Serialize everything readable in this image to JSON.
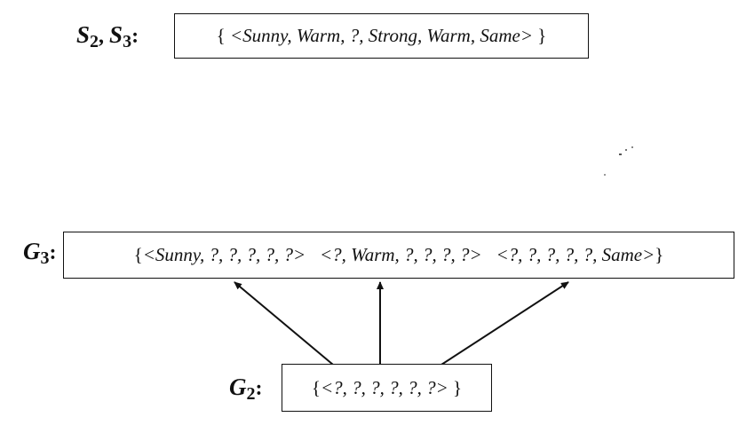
{
  "s_label": {
    "s_prefix": "S",
    "s_sub_1": "2",
    "separator": ", ",
    "s_prefix_2": "S",
    "s_sub_2": "3",
    "colon": ":"
  },
  "s_box": {
    "open": "{ ",
    "text": "<Sunny, Warm, ?, Strong, Warm, Same>",
    "close": " }"
  },
  "g3_label": {
    "prefix": "G",
    "sub": "3",
    "colon": ":"
  },
  "g3_box": {
    "open": "{",
    "h1": "<Sunny, ?, ?, ?, ?, ?>",
    "h2": "<?, Warm, ?, ?, ?, ?>",
    "h3": "<?, ?, ?, ?, ?, Same>",
    "close": "}"
  },
  "g2_label": {
    "prefix": "G",
    "sub": "2",
    "colon": ":"
  },
  "g2_box": {
    "open": "{",
    "text": "<?, ?, ?, ?, ?, ?>",
    "close": " }"
  }
}
